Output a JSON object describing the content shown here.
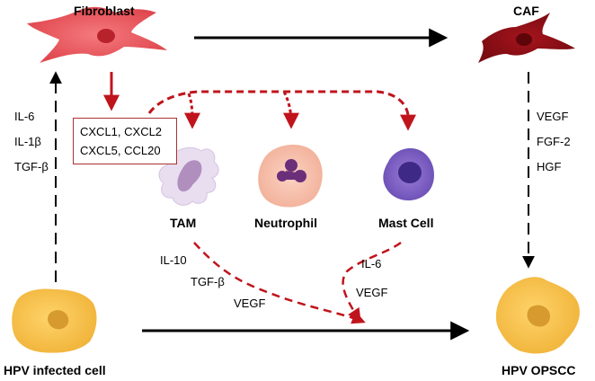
{
  "cells": {
    "fibroblast": "Fibroblast",
    "caf": "CAF",
    "tam": "TAM",
    "neutrophil": "Neutrophil",
    "mast_cell": "Mast Cell",
    "hpv_infected": "HPV infected cell",
    "hpv_opscc": "HPV OPSCC"
  },
  "chemokines": [
    "CXCL1, CXCL2",
    "CXCL5, CCL20"
  ],
  "infected_to_fibroblast_factors": [
    "IL-6",
    "IL-1β",
    "TGF-β"
  ],
  "caf_to_opscc_factors": [
    "VEGF",
    "FGF-2",
    "HGF"
  ],
  "tam_factors": [
    "IL-10",
    "TGF-β",
    "VEGF"
  ],
  "mast_cell_factors": [
    "IL-6",
    "VEGF"
  ],
  "colors": {
    "fibroblast": "#e8545a",
    "caf": "#8b0d14",
    "arrow_red": "#c0141c",
    "infected_cell": "#f4c04a",
    "opscc_cell": "#f4c44e",
    "tam": "#c9a3cf",
    "neutrophil_body": "#f6c2ad",
    "neutrophil_nucleus": "#6b2f7a",
    "mast_cell": "#7a5bc0",
    "box_border": "#a83232"
  },
  "icons": {
    "fibroblast": "fibroblast-cell-icon",
    "caf": "caf-cell-icon",
    "tam": "macrophage-cell-icon",
    "neutrophil": "neutrophil-cell-icon",
    "mast_cell": "mast-cell-icon",
    "hpv_infected": "infected-cell-icon",
    "hpv_opscc": "tumor-cell-icon"
  }
}
